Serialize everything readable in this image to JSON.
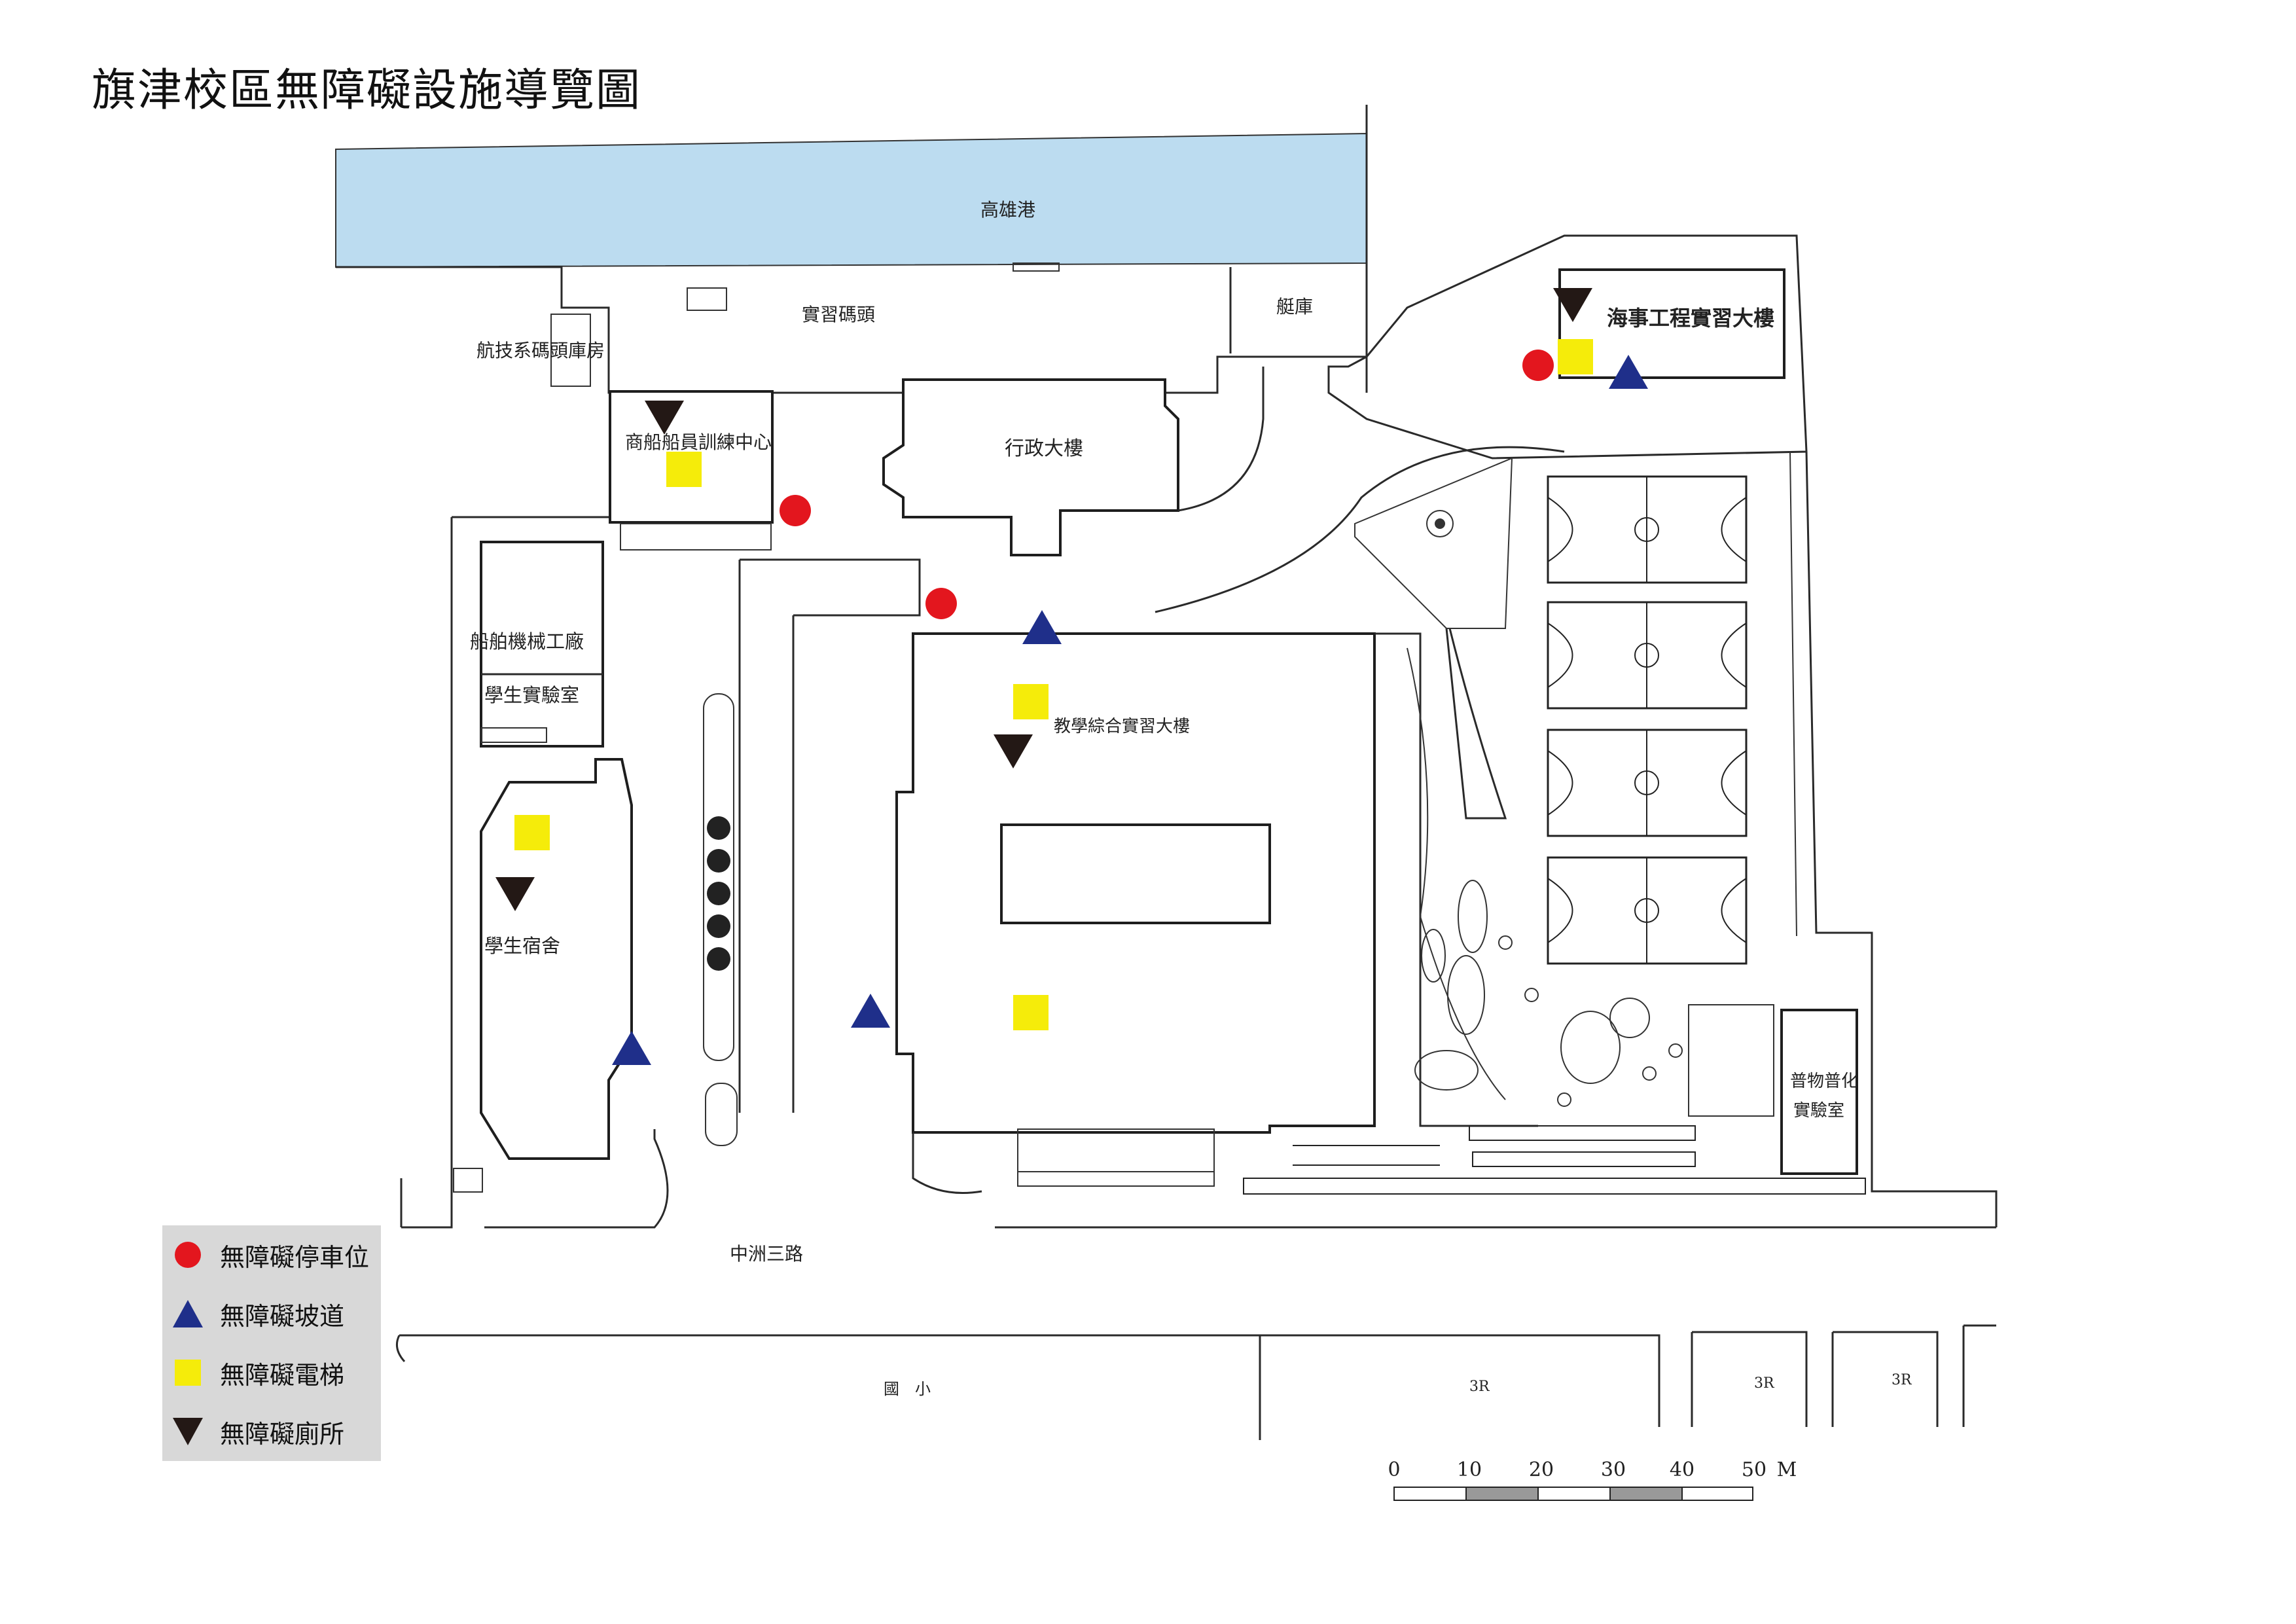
{
  "title": "旗津校區無障礙設施導覽圖",
  "colors": {
    "harbor": "#bcdcf0",
    "parking": "#e3161e",
    "ramp": "#1f2f8a",
    "elevator": "#f5ec0a",
    "toilet": "#231815"
  },
  "labels": {
    "harbor": "高雄港",
    "pier": "實習碼頭",
    "boathouse": "艇庫",
    "marine_eng": "海事工程實習大樓",
    "nav_warehouse": "航技系碼頭庫房",
    "merchant_center": "商船船員訓練中心",
    "admin": "行政大樓",
    "machinery": "船舶機械工廠",
    "student_lab": "學生實驗室",
    "dorm": "學生宿舍",
    "teaching": "教學綜合實習大樓",
    "science_lab_1": "普物普化",
    "science_lab_2": "實驗室",
    "road": "中洲三路",
    "school": "國　小",
    "r3": "3R"
  },
  "legend": [
    {
      "icon": "parking-dot-icon",
      "text": "無障礙停車位"
    },
    {
      "icon": "ramp-triangle-icon",
      "text": "無障礙坡道"
    },
    {
      "icon": "elevator-square-icon",
      "text": "無障礙電梯"
    },
    {
      "icon": "toilet-triangle-icon",
      "text": "無障礙廁所"
    }
  ],
  "scale": {
    "ticks": [
      "0",
      "10",
      "20",
      "30",
      "40",
      "50"
    ],
    "unit": "M"
  }
}
